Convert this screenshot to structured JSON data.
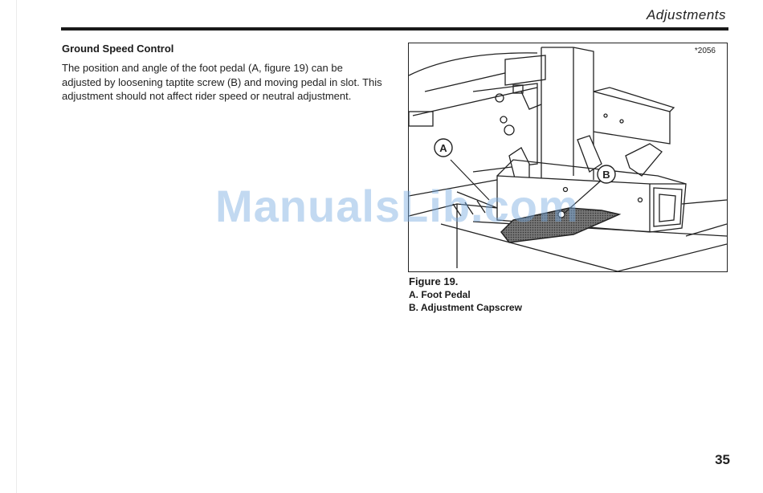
{
  "header": {
    "title": "Adjustments"
  },
  "section": {
    "heading": "Ground Speed Control",
    "body": "The position and angle of the foot pedal (A, figure 19) can be adjusted by loosening taptite screw (B) and moving pedal in slot. This adjustment should not affect rider speed or neutral adjustment."
  },
  "figure": {
    "number": "*2056",
    "callout_a": "A",
    "callout_b": "B",
    "title": "Figure 19.",
    "captions": [
      "A. Foot Pedal",
      "B. Adjustment Capscrew"
    ]
  },
  "watermark": "ManualsLib.com",
  "page_number": "35"
}
